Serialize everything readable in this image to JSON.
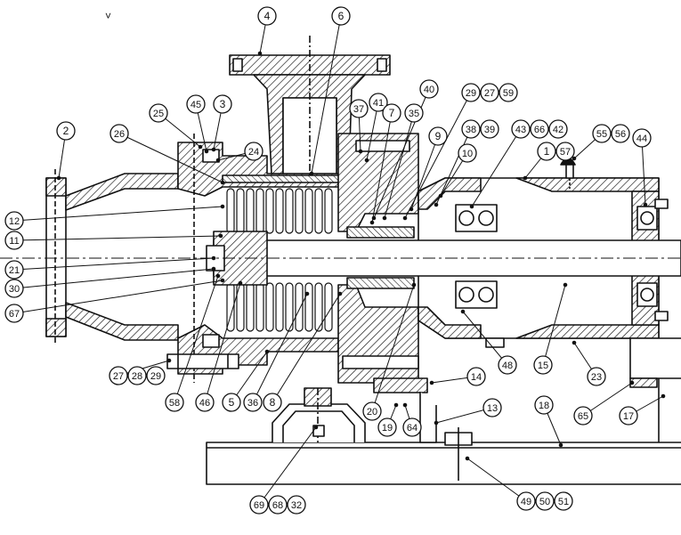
{
  "drawing": {
    "stroke_color": "#111111",
    "background": "#ffffff",
    "stray_mark": "˅"
  },
  "callouts": [
    {
      "id": "c4",
      "labels": [
        "4"
      ]
    },
    {
      "id": "c6",
      "labels": [
        "6"
      ]
    },
    {
      "id": "c2",
      "labels": [
        "2"
      ]
    },
    {
      "id": "c25",
      "labels": [
        "25"
      ]
    },
    {
      "id": "c45",
      "labels": [
        "45"
      ]
    },
    {
      "id": "c3",
      "labels": [
        "3"
      ]
    },
    {
      "id": "c26",
      "labels": [
        "26"
      ]
    },
    {
      "id": "c24",
      "labels": [
        "24"
      ]
    },
    {
      "id": "c37",
      "labels": [
        "37"
      ]
    },
    {
      "id": "c41",
      "labels": [
        "41"
      ]
    },
    {
      "id": "c40",
      "labels": [
        "40"
      ]
    },
    {
      "id": "c29a",
      "labels": [
        "29",
        "27",
        "59"
      ]
    },
    {
      "id": "c35",
      "labels": [
        "35"
      ]
    },
    {
      "id": "c7",
      "labels": [
        "7"
      ]
    },
    {
      "id": "c9",
      "labels": [
        "9"
      ]
    },
    {
      "id": "c38",
      "labels": [
        "38",
        "39"
      ]
    },
    {
      "id": "c43",
      "labels": [
        "43",
        "66",
        "42"
      ]
    },
    {
      "id": "c10",
      "labels": [
        "10"
      ]
    },
    {
      "id": "c1",
      "labels": [
        "1",
        "57"
      ]
    },
    {
      "id": "c55",
      "labels": [
        "55",
        "56"
      ]
    },
    {
      "id": "c44",
      "labels": [
        "44"
      ]
    },
    {
      "id": "c12",
      "labels": [
        "12"
      ]
    },
    {
      "id": "c11",
      "labels": [
        "11"
      ]
    },
    {
      "id": "c21",
      "labels": [
        "21"
      ]
    },
    {
      "id": "c30",
      "labels": [
        "30"
      ]
    },
    {
      "id": "c67",
      "labels": [
        "67"
      ]
    },
    {
      "id": "c27b",
      "labels": [
        "27",
        "28",
        "29"
      ]
    },
    {
      "id": "c58",
      "labels": [
        "58"
      ]
    },
    {
      "id": "c46",
      "labels": [
        "46"
      ]
    },
    {
      "id": "c5",
      "labels": [
        "5"
      ]
    },
    {
      "id": "c36",
      "labels": [
        "36"
      ]
    },
    {
      "id": "c8",
      "labels": [
        "8"
      ]
    },
    {
      "id": "c20",
      "labels": [
        "20"
      ]
    },
    {
      "id": "c48",
      "labels": [
        "48"
      ]
    },
    {
      "id": "c15",
      "labels": [
        "15"
      ]
    },
    {
      "id": "c23",
      "labels": [
        "23"
      ]
    },
    {
      "id": "c14",
      "labels": [
        "14"
      ]
    },
    {
      "id": "c13",
      "labels": [
        "13"
      ]
    },
    {
      "id": "c18",
      "labels": [
        "18"
      ]
    },
    {
      "id": "c19",
      "labels": [
        "19"
      ]
    },
    {
      "id": "c64",
      "labels": [
        "64"
      ]
    },
    {
      "id": "c65",
      "labels": [
        "65"
      ]
    },
    {
      "id": "c17",
      "labels": [
        "17"
      ]
    },
    {
      "id": "c69",
      "labels": [
        "69",
        "68",
        "32"
      ]
    },
    {
      "id": "c49",
      "labels": [
        "49",
        "50",
        "51"
      ]
    }
  ]
}
